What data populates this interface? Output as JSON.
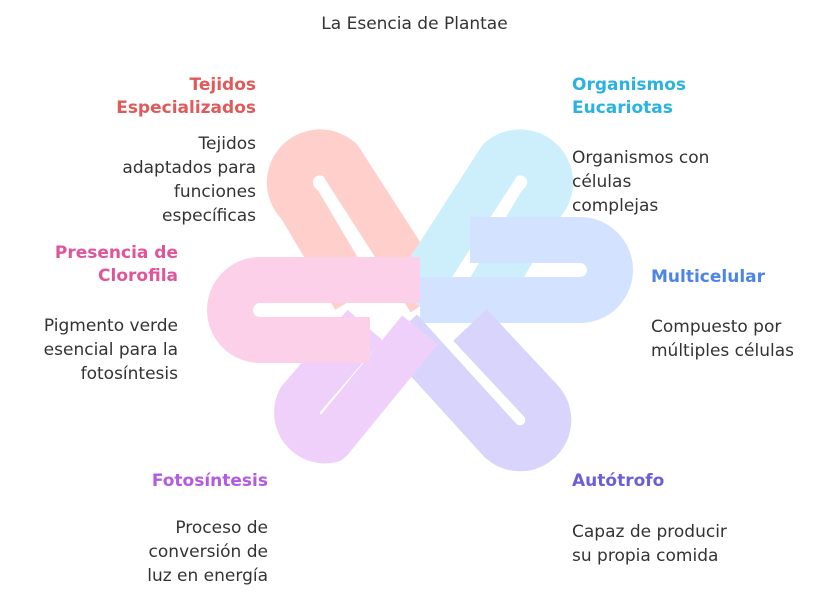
{
  "title": "La Esencia de Plantae",
  "colors": {
    "tejidos": "#e05a5a",
    "clorofila": "#e0559a",
    "fotosintesis": "#b45ae0",
    "eucariotas": "#2bb3df",
    "multicelular": "#4c84e8",
    "autotrofo": "#6a5fd8"
  },
  "items": [
    {
      "key": "tejidos",
      "heading": "Tejidos\nEspecializados",
      "description": "Tejidos\nadaptados para\nfunciones\nespecíficas",
      "color": "#e05a5a",
      "loop_color": "#ffd0cb"
    },
    {
      "key": "eucariotas",
      "heading": "Organismos\nEucariotas",
      "description": "Organismos con\ncélulas\ncomplejas",
      "color": "#2bb3df",
      "loop_color": "#cdeffb"
    },
    {
      "key": "clorofila",
      "heading": "Presencia de\nClorofila",
      "description": "Pigmento verde\nesencial para la\nfotosíntesis",
      "color": "#e0559a",
      "loop_color": "#fbd0e8"
    },
    {
      "key": "multicelular",
      "heading": "Multicelular",
      "description": "Compuesto por\nmúltiples células",
      "color": "#4c84e8",
      "loop_color": "#d3e2ff"
    },
    {
      "key": "fotosintesis",
      "heading": "Fotosíntesis",
      "description": "Proceso de\nconversión de\nluz en energía",
      "color": "#b45ae0",
      "loop_color": "#efd0fb"
    },
    {
      "key": "autotrofo",
      "heading": "Autótrofo",
      "description": "Capaz de producir\nsu propia comida",
      "color": "#6a5fd8",
      "loop_color": "#d8d4fb"
    }
  ]
}
